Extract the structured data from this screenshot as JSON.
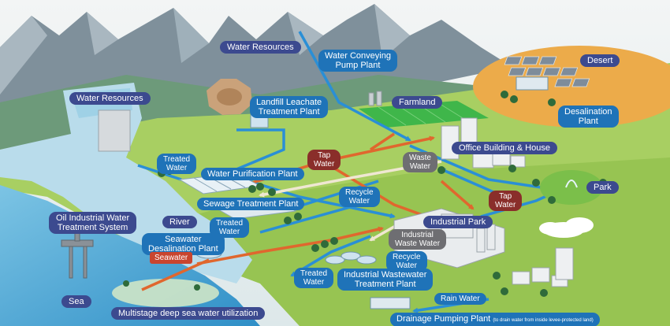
{
  "labels": {
    "water_resources_top": "Water Resources",
    "water_resources_left": "Water Resources",
    "water_conveying": "Water Conveying\nPump Plant",
    "landfill": "Landfill Leachate\nTreatment Plant",
    "farmland": "Farmland",
    "desert": "Desert",
    "desalination": "Desalination\nPlant",
    "office": "Office Building & House",
    "treated_water_1": "Treated\nWater",
    "tap_water_1": "Tap\nWater",
    "waste_water": "Waste\nWater",
    "water_purification": "Water Purification Plant",
    "park": "Park",
    "recycle_water_1": "Recycle\nWater",
    "tap_water_2": "Tap\nWater",
    "sewage": "Sewage Treatment Plant",
    "oil_industrial": "Oil Industrial Water\nTreatment System",
    "river": "River",
    "treated_water_2": "Treated\nWater",
    "industrial_park": "Industrial Park",
    "industrial_waste": "Industrial\nWaste Water",
    "seawater_desal": "Seawater\nDesalination Plant",
    "seawater": "Seawater",
    "recycle_water_2": "Recycle\nWater",
    "industrial_wastewater": "Industrial Wastewater\nTreatment Plant",
    "treated_water_3": "Treated\nWater",
    "sea": "Sea",
    "multistage": "Multistage deep sea water utilization",
    "rain_water": "Rain Water",
    "drainage": "Drainage Pumping Plant",
    "drainage_note": "(to drain water from inside levee-protected land)"
  },
  "colors": {
    "label_navy": "#3c4a8f",
    "label_blue": "#1f73b8",
    "label_gray": "#6e6e72",
    "label_maroon": "#8a2e2a",
    "pipe_blue": "#2a8fd6",
    "pipe_orange": "#e0672e",
    "pipe_cream": "#efe7d2",
    "land_green": "#a8cf62",
    "desert_orange": "#ecab4a",
    "mountain": "#8c9ca6",
    "sea": "#4aa9d8"
  }
}
